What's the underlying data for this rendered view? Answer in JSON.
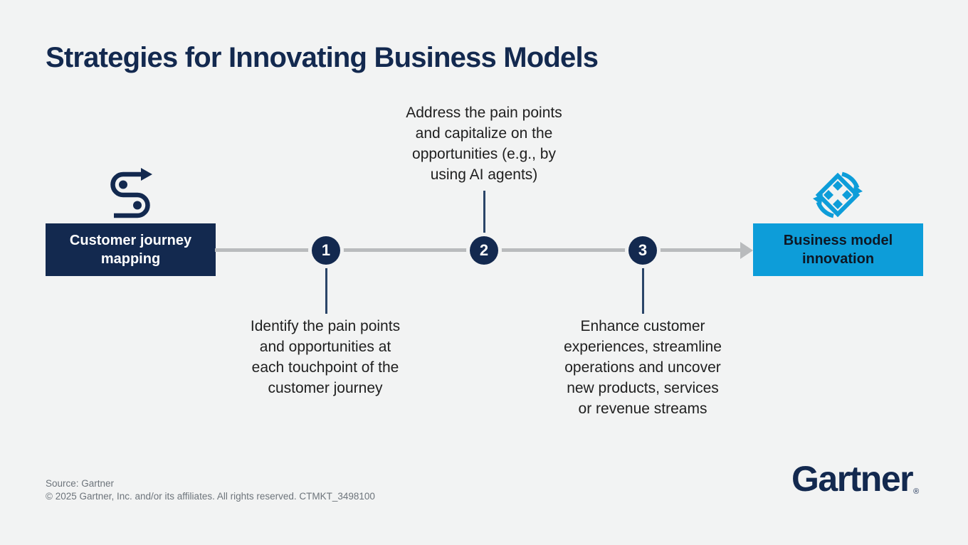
{
  "title": "Strategies for Innovating Business Models",
  "flow": {
    "start": {
      "label": "Customer journey\nmapping",
      "icon": "journey-path-icon"
    },
    "end": {
      "label": "Business model\ninnovation",
      "icon": "business-model-cycle-icon"
    },
    "steps": [
      {
        "number": "1",
        "placement": "below-line",
        "text": "Identify the pain points\nand opportunities at\neach touchpoint of the\ncustomer journey"
      },
      {
        "number": "2",
        "placement": "above-line",
        "text": "Address the pain points\nand capitalize on the\nopportunities (e.g., by\nusing AI agents)"
      },
      {
        "number": "3",
        "placement": "below-line",
        "text": "Enhance customer\nexperiences, streamline\noperations and uncover\nnew products, services\nor revenue streams"
      }
    ]
  },
  "footer": {
    "source": "Source: Gartner",
    "copyright": "© 2025 Gartner, Inc. and/or its affiliates. All rights reserved. CTMKT_3498100",
    "logo_text": "Gartner",
    "registered_mark": "®"
  },
  "colors": {
    "background": "#f2f3f3",
    "navy": "#13294f",
    "light_blue": "#0d9dd9",
    "arrow_gray": "#b9bbbd",
    "body_text": "#1f1f1f",
    "footer_text": "#6d747b"
  }
}
